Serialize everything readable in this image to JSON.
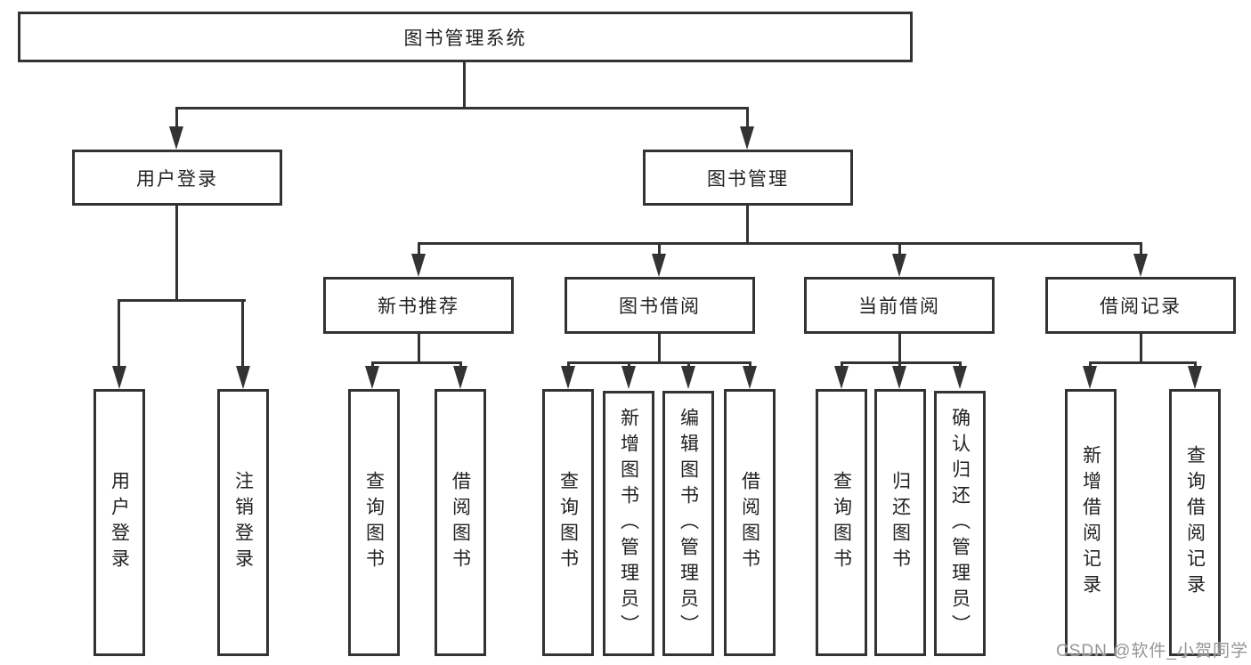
{
  "diagram": {
    "root": {
      "label": "图书管理系统"
    },
    "level2": [
      {
        "label": "用户登录",
        "children": [
          "用户登录",
          "注销登录"
        ]
      },
      {
        "label": "图书管理",
        "groups": [
          {
            "label": "新书推荐",
            "children": [
              "查询图书",
              "借阅图书"
            ]
          },
          {
            "label": "图书借阅",
            "children": [
              "查询图书",
              "新增图书（管理员）",
              "编辑图书（管理员）",
              "借阅图书"
            ]
          },
          {
            "label": "当前借阅",
            "children": [
              "查询图书",
              "归还图书",
              "确认归还（管理员）"
            ]
          },
          {
            "label": "借阅记录",
            "children": [
              "新增借阅记录",
              "查询借阅记录"
            ]
          }
        ]
      }
    ]
  },
  "watermark": {
    "text": "CSDN @软件_小贺同学"
  },
  "colors": {
    "line": "#333333",
    "box_border": "#333333",
    "text": "#222222",
    "background": "#ffffff",
    "watermark": "#969696"
  }
}
